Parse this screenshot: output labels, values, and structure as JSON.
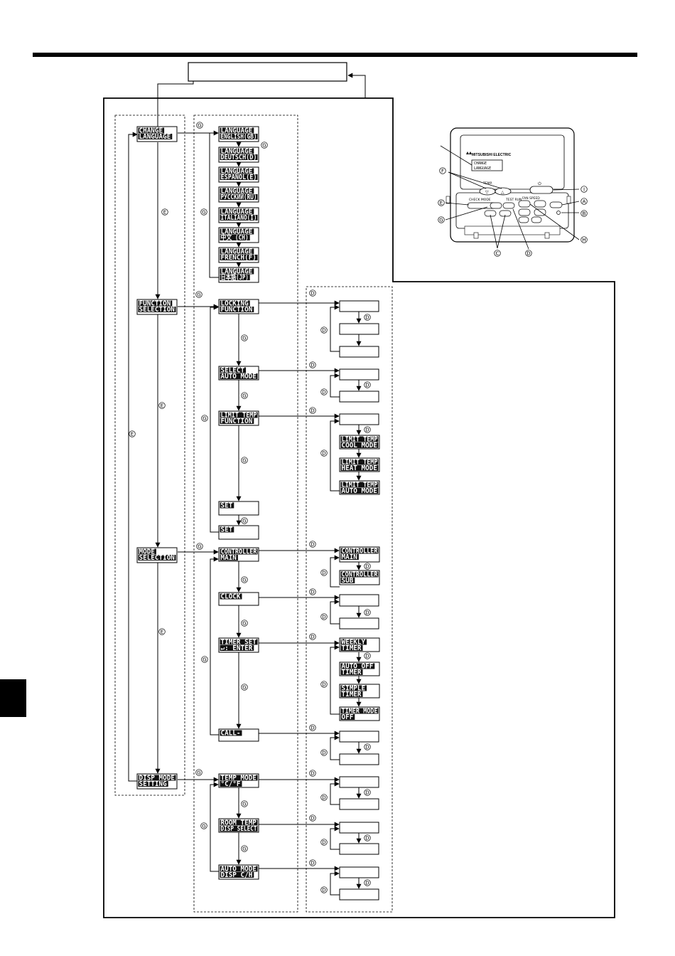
{
  "colors": {
    "ink": "#000000",
    "paper": "#ffffff",
    "lcd_fill": "#111111"
  },
  "menus": {
    "change_language": [
      "CHANGE",
      "LANGUAGE"
    ],
    "function_selection": [
      "FUNCTION",
      "SELECTION"
    ],
    "mode_selection": [
      "MODE",
      "SELECTION"
    ],
    "disp_mode_setting": [
      "DISP MODE",
      "SETTING"
    ]
  },
  "languages": [
    [
      "LANGUAGE",
      "ENGLISH(GB)"
    ],
    [
      "LANGUAGE",
      "DEUTSCH(D)"
    ],
    [
      "LANGUAGE",
      "ESPAÑOL(E)"
    ],
    [
      "LANGUAGE",
      "РУССКИЙ(RU)"
    ],
    [
      "LANGUAGE",
      "ITALIANO(I)"
    ],
    [
      "LANGUAGE",
      "中文 (CH)"
    ],
    [
      "LANGUAGE",
      "FRENCH(F)"
    ],
    [
      "LANGUAGE",
      "日本語(JP)"
    ]
  ],
  "function_items": {
    "locking": [
      "LOCKING",
      "FUNCTION"
    ],
    "select_auto": [
      "SELECT",
      "AUTO MODE"
    ],
    "limit_temp": [
      "LIMIT TEMP",
      "FUNCTION"
    ],
    "set1": [
      "SET"
    ],
    "set2": [
      "SET"
    ]
  },
  "limit_options": [
    [
      "LIMIT TEMP",
      "COOL MODE"
    ],
    [
      "LIMIT TEMP",
      "HEAT MODE"
    ],
    [
      "LIMIT TEMP",
      "AUTO MODE"
    ]
  ],
  "mode_items": {
    "controller": [
      "CONTROLLER",
      "MAIN"
    ],
    "clock": [
      "CLOCK"
    ],
    "timer_set": [
      "TIMER SET",
      "↵: ENTER"
    ],
    "call": [
      "CALL-"
    ]
  },
  "controller_options": [
    [
      "CONTROLLER",
      "MAIN"
    ],
    [
      "CONTROLLER",
      "SUB"
    ]
  ],
  "timer_options": [
    [
      "WEEKLY",
      "TIMER"
    ],
    [
      "AUTO OFF",
      "TIMER"
    ],
    [
      "SIMPLE",
      "TIMER"
    ],
    [
      "TIMER MODE",
      "OFF"
    ]
  ],
  "disp_items": {
    "temp_mode": [
      "TEMP MODE",
      "°C/°F"
    ],
    "room_temp": [
      "ROOM TEMP",
      "DISP SELECT"
    ],
    "auto_mode": [
      "AUTO MODE",
      "DISP C/H"
    ]
  },
  "markers": {
    "A": "A",
    "B": "B",
    "C": "C",
    "D": "D",
    "E": "E",
    "F": "F",
    "G": "G",
    "H": "H",
    "I": "I"
  },
  "remote": {
    "brand": "MITSUBISHI ELECTRIC",
    "screen_lines": [
      "CHANGE",
      "LANGUAGE"
    ],
    "labels": [
      "CHECK MODE",
      "TEST RUN",
      "TEMP.",
      "FAN SPEED"
    ]
  }
}
